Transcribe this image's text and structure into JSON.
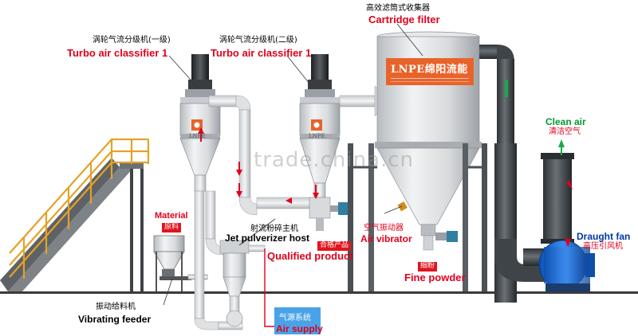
{
  "labels": {
    "cartridge_filter_cn": "高效滤筒式收集器",
    "cartridge_filter_en": "Cartridge filter",
    "turbo1_cn": "涡轮气流分级机(一级)",
    "turbo1_en": "Turbo air classifier 1",
    "turbo2_cn": "涡轮气流分级机(二级)",
    "turbo2_en": "Turbo air classifier 1",
    "clean_air_en": "Clean air",
    "clean_air_cn": "清洁空气",
    "material_en": "Material",
    "material_cn": "原料",
    "jet_cn": "射流粉碎主机",
    "jet_en": "Jet pulverizer host",
    "qualified_cn": "合格产品",
    "qualified_en": "Qualified product",
    "air_vibrator_cn": "空气振动器",
    "air_vibrator_en": "Air vibrator",
    "draught_en": "Draught fan",
    "draught_cn": "高压引风机",
    "fine_cn": "细粉",
    "fine_en": "Fine powder",
    "vib_feeder_cn": "振动给料机",
    "vib_feeder_en": "Vibrating feeder",
    "air_supply_cn": "气源系统",
    "air_supply_en": "Air supply"
  },
  "brand": {
    "logo_text": "LNPE绵阳流能",
    "logo_small": "LNPE"
  },
  "watermark": "trade.china.cn",
  "colors": {
    "label_red": "#e0001b",
    "clean_air_green": "#009a2f",
    "air_supply_blue": "#4aa3e8",
    "brand_orange": "#e8632a",
    "pipe_dark": "#4a4f54",
    "fan_blue": "#1f6fd6"
  }
}
